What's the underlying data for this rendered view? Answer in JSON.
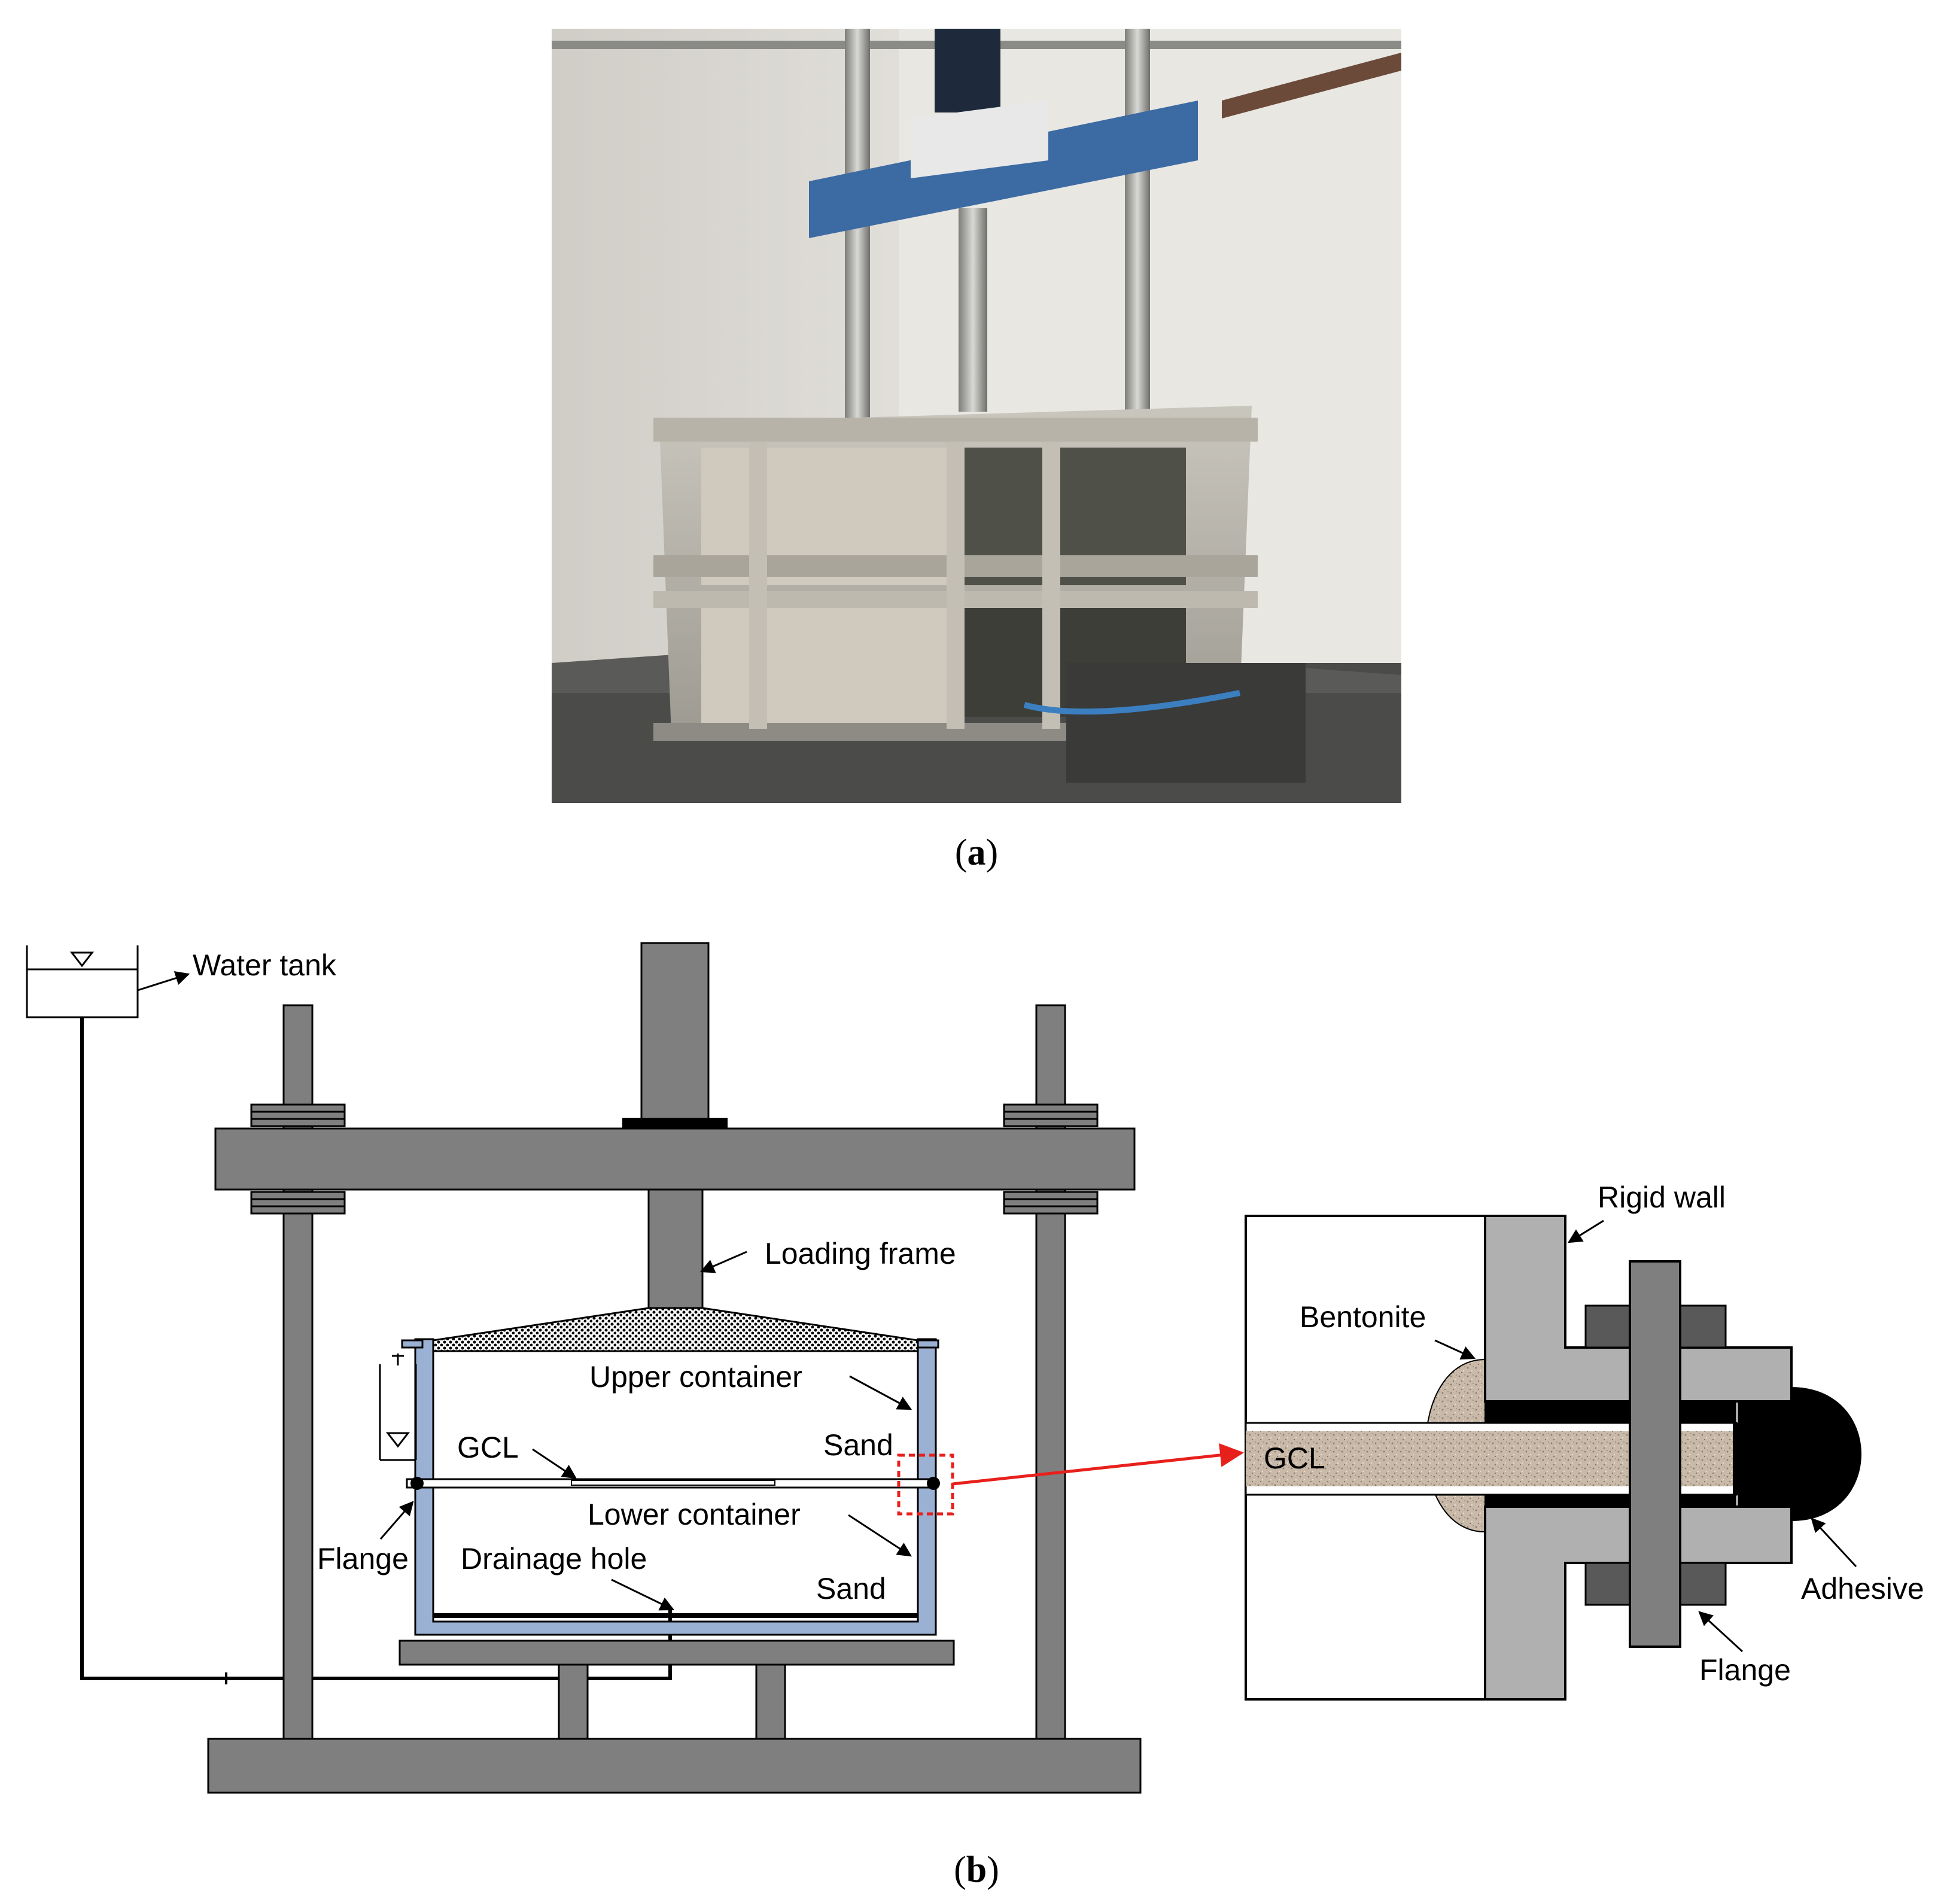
{
  "panel_a": {
    "caption_open": "(",
    "caption_letter": "a",
    "caption_close": ")"
  },
  "panel_b": {
    "caption_open": "(",
    "caption_letter": "b",
    "caption_close": ")",
    "labels": {
      "water_tank": "Water tank",
      "loading_frame": "Loading frame",
      "upper_container": "Upper container",
      "sand_upper": "Sand",
      "gcl": "GCL",
      "lower_container": "Lower container",
      "flange": "Flange",
      "drainage_hole": "Drainage hole",
      "sand_lower": "Sand"
    },
    "detail": {
      "rigid_wall": "Rigid wall",
      "bentonite": "Bentonite",
      "gcl": "GCL",
      "adhesive": "Adhesive",
      "flange": "Flange"
    }
  },
  "colors": {
    "steel_gray": "#7f7f7f",
    "container_blue": "#9bb1d3",
    "detail_gray": "#b0b0b0",
    "bentonite": "#c8b9a8",
    "callout_red": "#e8201c"
  }
}
